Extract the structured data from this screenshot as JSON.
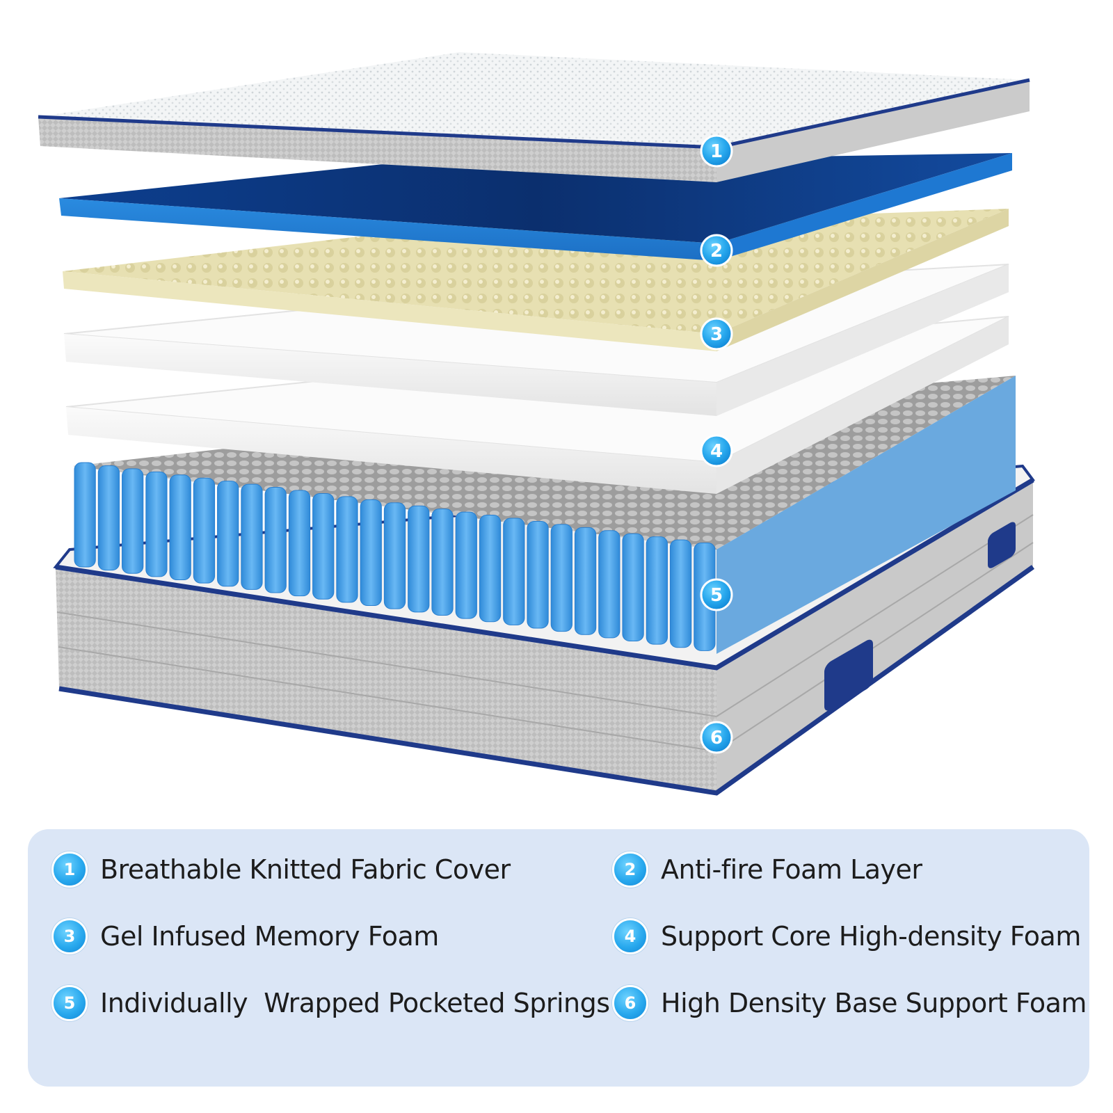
{
  "layers": [
    {
      "number": "1",
      "label": "Breathable Knitted Fabric Cover"
    },
    {
      "number": "2",
      "label": "Anti-fire Foam Layer"
    },
    {
      "number": "3",
      "label": "Gel Infused Memory Foam"
    },
    {
      "number": "4",
      "label": "Support Core High-density Foam"
    },
    {
      "number": "5",
      "label": "Individually  Wrapped Pocketed Springs"
    },
    {
      "number": "6",
      "label": "High Density Base Support Foam"
    }
  ],
  "colors": {
    "navy_piping": "#1f3a8a",
    "blue_foam": "#1e78d2",
    "memory_foam": "#ece6bd",
    "white_foam": "#f4f4f4",
    "spring_blue": "#4aa3e8",
    "legend_panel": "#dbe6f6",
    "badge": "#29a9ee"
  }
}
